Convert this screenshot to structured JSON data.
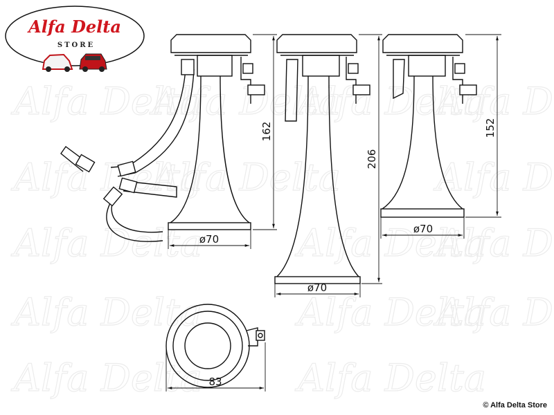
{
  "logo": {
    "brand": "Alfa Delta",
    "subtitle": "STORE",
    "brand_color": "#d0161e"
  },
  "watermark_text": "Alfa Delta",
  "dimensions": {
    "horn1_height": "162",
    "horn1_diameter": "ø70",
    "horn2_height": "206",
    "horn2_diameter": "ø70",
    "horn3_height": "152",
    "horn3_diameter": "ø70",
    "top_view_width": "83"
  },
  "copyright": "© Alfa Delta Store"
}
